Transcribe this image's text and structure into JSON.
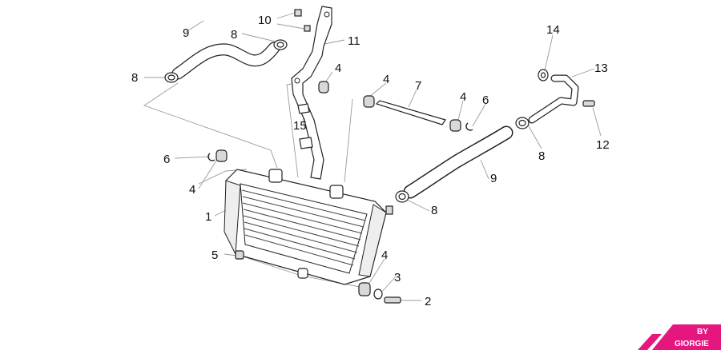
{
  "callouts": {
    "c1": "1",
    "c2": "2",
    "c3": "3",
    "c4a": "4",
    "c4b": "4",
    "c4c": "4",
    "c4d": "4",
    "c4e": "4",
    "c5": "5",
    "c6a": "6",
    "c6b": "6",
    "c7": "7",
    "c8a": "8",
    "c8b": "8",
    "c8c": "8",
    "c8d": "8",
    "c9a": "9",
    "c9b": "9",
    "c10": "10",
    "c11": "11",
    "c12": "12",
    "c13": "13",
    "c14": "14",
    "c15": "15"
  },
  "logo": {
    "line1": "BY",
    "line2": "GIORGIE",
    "color": "#e5177e"
  },
  "colors": {
    "line": "#222222",
    "leader": "#9a9a9a",
    "fill": "#d9d9d9"
  }
}
